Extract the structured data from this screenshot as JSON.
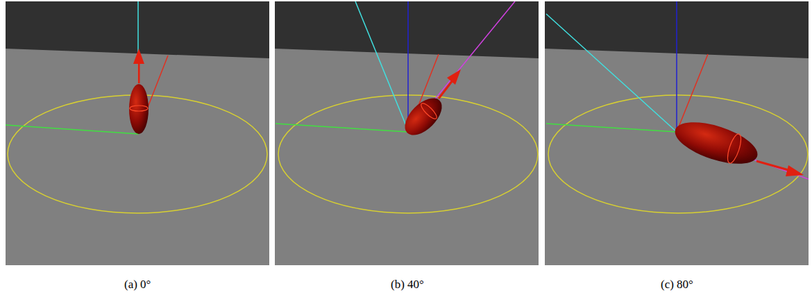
{
  "diagram": {
    "labels": [
      "(a) 0°",
      "(b) 40°",
      "(c) 80°"
    ]
  }
}
